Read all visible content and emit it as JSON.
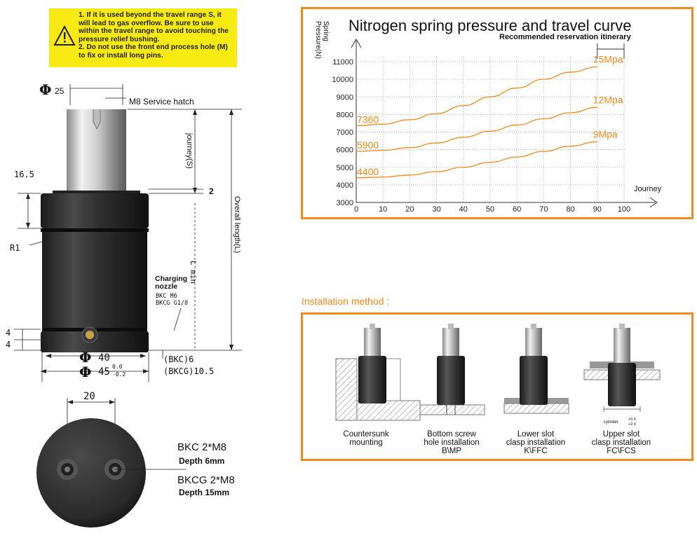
{
  "warning": {
    "text": "1. If it is used beyond the travel range S, it will lead to gas overflow. Be sure to use within the travel range to avoid touching the pressure relief bushing.\n2. Do not use the front end process hole (M) to fix or install long pins."
  },
  "drawing": {
    "phi25": "25",
    "phi_symbol": "Φ",
    "service_hatch": "M8 Service hatch",
    "journey_s": "journey(S)",
    "dim_2": "2",
    "dim_16_5": "16.5",
    "r1": "R1",
    "overall_length": "Overall length(L)",
    "l_min": "L min",
    "charging_nozzle": "Charging\nnozzle",
    "bkc_m6": "BKC  M6",
    "bkcg_g18": "BKCG G1/8",
    "dim_4a": "4",
    "dim_4b": "4",
    "phi40": "40",
    "phi45": "45",
    "phi45_tol_upper": "0.0",
    "phi45_tol_lower": "-0.2",
    "bkc6": "(BKC)6",
    "bkcg10_5": "(BKCG)10.5",
    "dim_20": "20",
    "bkc_thread": "BKC 2*M8",
    "depth_6": "Depth 6mm",
    "bkcg_thread": "BKCG 2*M8",
    "depth_15": "Depth 15mm"
  },
  "chart_data": {
    "type": "line",
    "title": "Nitrogen spring pressure and travel curve",
    "ylabel": "Spring\nPressure(N)",
    "xlabel": "Journey",
    "annotation": "Recommended reservation itinerary",
    "xlim": [
      0,
      100
    ],
    "ylim": [
      3000,
      11000
    ],
    "x_ticks": [
      0,
      10,
      20,
      30,
      40,
      50,
      60,
      70,
      80,
      90,
      100
    ],
    "y_ticks": [
      3000,
      4000,
      5000,
      6000,
      7000,
      8000,
      9000,
      10000,
      11000
    ],
    "x": [
      0,
      10,
      20,
      30,
      40,
      50,
      60,
      70,
      80,
      90
    ],
    "series": [
      {
        "name": "15Mpa",
        "start_label": "7360",
        "values": [
          7360,
          7450,
          7700,
          8050,
          8500,
          9000,
          9500,
          10000,
          10400,
          10700
        ]
      },
      {
        "name": "12Mpa",
        "start_label": "5900",
        "values": [
          5900,
          5960,
          6120,
          6380,
          6700,
          7050,
          7400,
          7750,
          8100,
          8400
        ]
      },
      {
        "name": "9Mpa",
        "start_label": "4400",
        "values": [
          4400,
          4440,
          4560,
          4750,
          5000,
          5280,
          5580,
          5900,
          6200,
          6450
        ]
      }
    ],
    "line_color": "#f08a1c",
    "label_color": "#f08a1c"
  },
  "installation": {
    "title": "Installation method :",
    "methods": [
      {
        "caption": "Countersunk\nmounting"
      },
      {
        "caption": "Bottom screw\nhole installation\nB\\MP"
      },
      {
        "caption": "Lower slot\nclasp installation\nK\\FFC"
      },
      {
        "caption": "Upper slot\nclasp installation\nFC\\FCS"
      }
    ],
    "small_note": "cylinder",
    "small_tol_upper": "+0.5",
    "small_tol_lower": "+2.0"
  }
}
